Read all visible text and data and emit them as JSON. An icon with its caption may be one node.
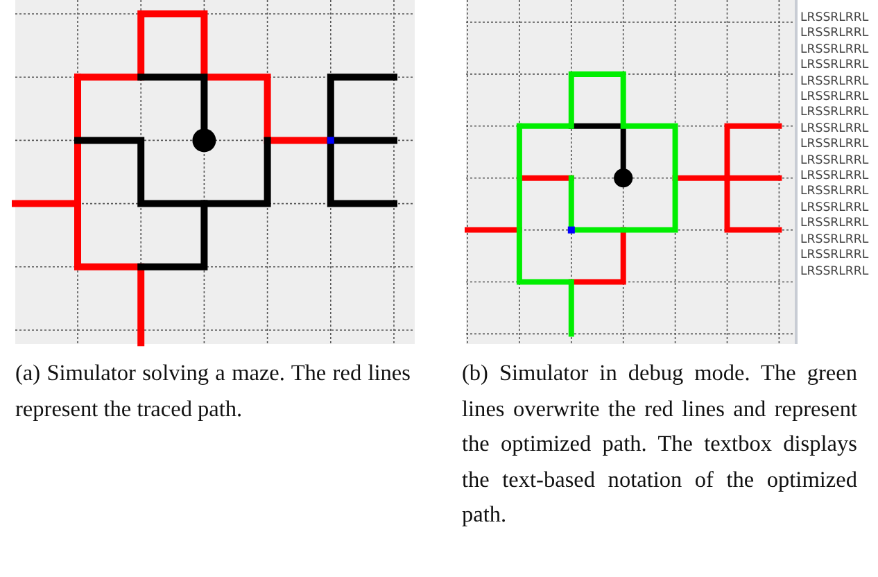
{
  "diagram": {
    "labels": [
      "LRSSRLRRL",
      "LRSSRLRRL",
      "LRSSRLRRL",
      "LRSSRLRRL",
      "LRSSRLRRL",
      "LRSSRLRRL",
      "LRSSRLRRL",
      "LRSSRLRRL",
      "LRSSRLRRL",
      "LRSSRLRRL",
      "LRSSRLRRL",
      "LRSSRLRRL",
      "LRSSRLRRL",
      "LRSSRLRRL",
      "LRSSRLRRL",
      "LRSSRLRRL",
      "LRSSRLRRL",
      "(a) Simulator solving a maze. The red lines represent the traced path.",
      "(b) Simulator in debug mode. The green lines overwrite the red lines and represent the optimized path. The textbox displays the text-based notation of the optimized path."
    ]
  }
}
